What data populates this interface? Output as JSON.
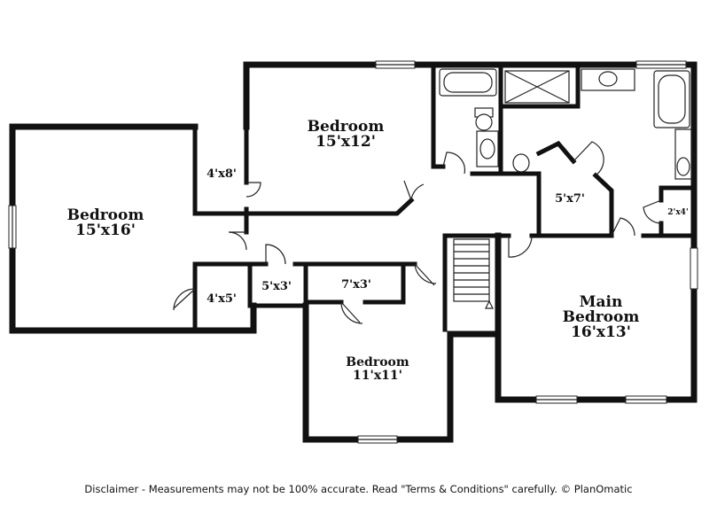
{
  "rooms": {
    "bedroom_left": {
      "name": "Bedroom",
      "size": "15'x16'"
    },
    "bedroom_top": {
      "name": "Bedroom",
      "size": "15'x12'"
    },
    "closet_4x8": {
      "size": "4'x8'"
    },
    "closet_4x5": {
      "size": "4'x5'"
    },
    "closet_5x3": {
      "size": "5'x3'"
    },
    "closet_7x3": {
      "size": "7'x3'"
    },
    "bedroom_bottom": {
      "name": "Bedroom",
      "size": "11'x11'"
    },
    "closet_5x7": {
      "size": "5'x7'"
    },
    "closet_2x4": {
      "size": "2'x4'"
    },
    "main_bedroom": {
      "name_line1": "Main",
      "name_line2": "Bedroom",
      "size": "16'x13'"
    }
  },
  "disclaimer": "Disclaimer - Measurements may not be 100% accurate. Read \"Terms & Conditions\" carefully. © PlanOmatic"
}
